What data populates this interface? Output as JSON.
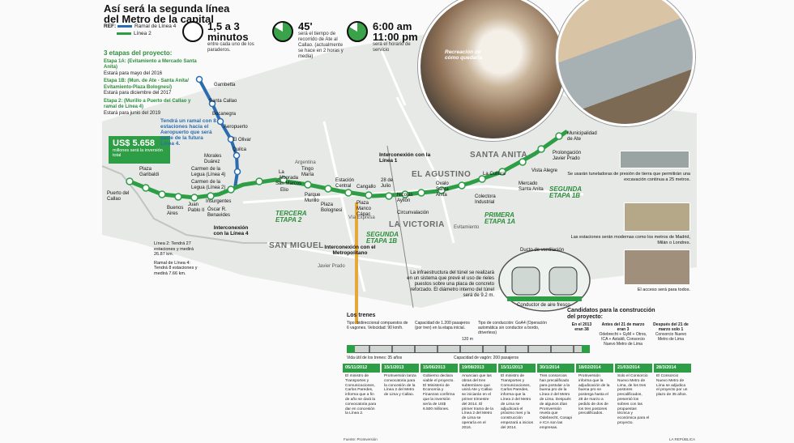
{
  "header": {
    "title": "Así será la segunda línea del Metro de la capital"
  },
  "legend": {
    "ref_label": "REF:",
    "items": [
      {
        "label": "Ramal de Línea 4",
        "color": "#2b6cb0"
      },
      {
        "label": "Línea 2",
        "color": "#2e9e46"
      }
    ]
  },
  "stats": [
    {
      "big": "1,5 a 3 minutos",
      "text": "entre cada uno de los paraderos."
    },
    {
      "big": "45'",
      "text": "será el tiempo de recorrido de Ate al Callao. (actualmente se hace en 2 horas y media)"
    },
    {
      "big": "6:00 am 11:00 pm",
      "text": "será el horario de servicio"
    }
  ],
  "etapas": {
    "heading": "3 etapas del proyecto:",
    "items": [
      {
        "title": "Etapa 1A: (Evitamiento a Mercado Santa Anita)",
        "text": "Estará para mayo del 2016"
      },
      {
        "title": "Etapa 1B: (Mun. de Ate - Santa Anita/ Evitamiento-Plaza Bolognesi)",
        "text": "Estará para diciembre del 2017"
      },
      {
        "title": "Etapa 2: (Murillo a Puerto del Callao y ramal de Línea 4)",
        "text": "Estará para junio del 2019"
      }
    ]
  },
  "price": {
    "big": "US$ 5.658",
    "text": "millones será la inversión total"
  },
  "photo_caption": "Recreación de cómo quedaría",
  "districts": [
    "SAN MIGUEL",
    "LA VICTORIA",
    "EL AGUSTINO",
    "SANTA ANITA"
  ],
  "etapa_tags": [
    "TERCERA ETAPA 2",
    "SEGUNDA ETAPA 1B",
    "PRIMERA ETAPA 1A",
    "SEGUNDA ETAPA 1B"
  ],
  "map_labels": {
    "ramal": "Tendrá un ramal con 8 estaciones hacia el Aeropuerto que será parte de la futura Línea 4.",
    "inter_l4": "Interconexión con la Línea 4",
    "inter_l1": "Interconexión con la Línea 1",
    "inter_metro": "Interconexión con el Metropolitano",
    "stations_ramal": [
      "Gambetta",
      "Santa Callao",
      "Bocanegra",
      "Aeropuerto",
      "El Olivar",
      "Quilca",
      "Morales Duárez",
      "Carmen de la Legua (Línea 4)",
      "Carmen de la Legua (Línea 2)"
    ],
    "stations_main": [
      "Puerto del Callao",
      "Plaza Garibaldi",
      "Buenos Aires",
      "Juan Pablo II",
      "Insurgentes",
      "Óscar R. Benavides",
      "San Marcos",
      "Elio",
      "La Alborada",
      "Tingo María",
      "Parque Murillo",
      "Estación Central",
      "Plaza Bolognesi",
      "Plaza Manco Cápac",
      "Cangallo",
      "28 de Julio",
      "Nicolás Ayllón",
      "Circunvalación",
      "Ovalo Santa Anita",
      "Colectora Industrial",
      "La Cultura",
      "Mercado Santa Anita",
      "Vista Alegre",
      "Prolongación Javier Prado",
      "Municipalidad de Ate"
    ],
    "streets": [
      "Argentina",
      "Javier Prado",
      "Evitamiento",
      "Vía Expresa"
    ]
  },
  "line_info": {
    "l2": "Línea 2: Tendrá 27 estaciones y medirá 26.87 km.",
    "l4": "Ramal de Línea 4: Tendrá 8 estaciones y medirá 7.66 km."
  },
  "tunnel": {
    "text": "La infraestructura del túnel se realizará en un sistema que prevé el uso de rieles puestos sobre una placa de concreto reforzado. El diámetro interno del túnel será de 9.2 m.",
    "duct": "Ducto de ventilación",
    "air": "Conductor de aire fresco"
  },
  "side": [
    {
      "caption": "Se usarán tuneladoras de presión de tierra que permitirán una excavación continua a 25 metros."
    },
    {
      "caption": "Las estaciones serán modernas como los metros de Madrid, Milán o Londres."
    },
    {
      "caption": "El acceso será para todos."
    }
  ],
  "trenes": {
    "heading": "Los trenes",
    "tipo": "Tipo: bidireccional compuestos de 6 vagones. Velocidad: 90 km/h.",
    "capacidad": "Capacidad de 1.200 pasajeros (por tren) en la etapa inicial.",
    "conductor": "Tipo de conducción: GoA4 (Operación automática sin conductor a bordo, driverless)",
    "length": "120 m",
    "vida": "Vida útil de los trenes: 35 años",
    "vagon": "Capacidad de vagón: 200 pasajeros"
  },
  "candidatos": {
    "heading": "Candidatos para la construcción del proyecto:",
    "cols": [
      {
        "title": "En el 2013 eran 38",
        "text": ""
      },
      {
        "title": "Antes del 21 de marzo eran 3",
        "text": "Odebrecht + GyM + Otros, ICA + Astaldi, Consorcio Nuevo Metro de Lima"
      },
      {
        "title": "Después del 21 de marzo solo 1",
        "text": "Consorcio Nuevo Metro de Lima"
      }
    ]
  },
  "timeline": [
    {
      "date": "05/11/2012",
      "text": "El ministro de Transportes y Comunicaciones, Carlos Paredes, informa que a fin de año se dará la convocatoria para dar en concesión la Línea 2."
    },
    {
      "date": "15/1/2013",
      "text": "ProInversión lanza convocatoria para la concesión de la Línea 2 del Metro de Lima y Callao."
    },
    {
      "date": "15/06/2013",
      "text": "Gobierno declara viable el proyecto. El Ministerio de Economía y Finanzas confirma que la inversión sería de US$ 6.500 millones."
    },
    {
      "date": "19/08/2013",
      "text": "Anuncian que las obras del tren subterráneo que unirá Ate y Callao se iniciarán en el primer trimestre del 2014. El primer tramo de la Línea 2 del Metro de Lima se operaría en el 2016."
    },
    {
      "date": "15/11/2013",
      "text": "El ministro de Transportes y Comunicaciones, Carlos Paredes, informa que la Línea 2 del Metro de Lima se adjudicará el próximo mes y la construcción empezará a inicios del 2014."
    },
    {
      "date": "30/1/2014",
      "text": "Tres consorcios han precalificado para postular a la buena pro de la Línea 2 del Metro de Lima. Después de algunos días ProInversión revela que Odebrecht, Cosapi e ICA son las empresas."
    },
    {
      "date": "18/02/2014",
      "text": "ProInversión informa que la adjudicación de la buena pro se posterga hasta el 28 de marzo a pedido de dos de los tres postores precalificados."
    },
    {
      "date": "21/03/2014",
      "text": "Solo el Consorcio Nuevo Metro de Lima, de los tres postores precalificados, presentó los sobres con las propuestas técnica y económica para el proyecto."
    },
    {
      "date": "28/3/2014",
      "text": "El Consorcio Nuevo Metro de Lima se adjudica el proyecto por un plazo de 35 años."
    }
  ],
  "footer": {
    "source": "Fuente: ProInversión",
    "brand": "LA REPÚBLICA"
  }
}
